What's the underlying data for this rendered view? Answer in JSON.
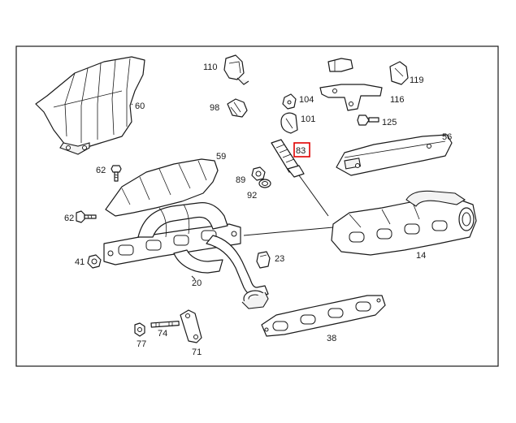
{
  "diagram": {
    "highlight_color": "#e00000",
    "highlighted_part": "83",
    "labels": {
      "p110": "110",
      "p98": "98",
      "p104": "104",
      "p101": "101",
      "p119": "119",
      "p116": "116",
      "p125": "125",
      "p56": "56",
      "p60": "60",
      "p83": "83",
      "p59": "59",
      "p62a": "62",
      "p62b": "62",
      "p89": "89",
      "p92": "92",
      "p41": "41",
      "p14": "14",
      "p23": "23",
      "p20": "20",
      "p77": "77",
      "p74": "74",
      "p71": "71",
      "p38": "38"
    }
  }
}
